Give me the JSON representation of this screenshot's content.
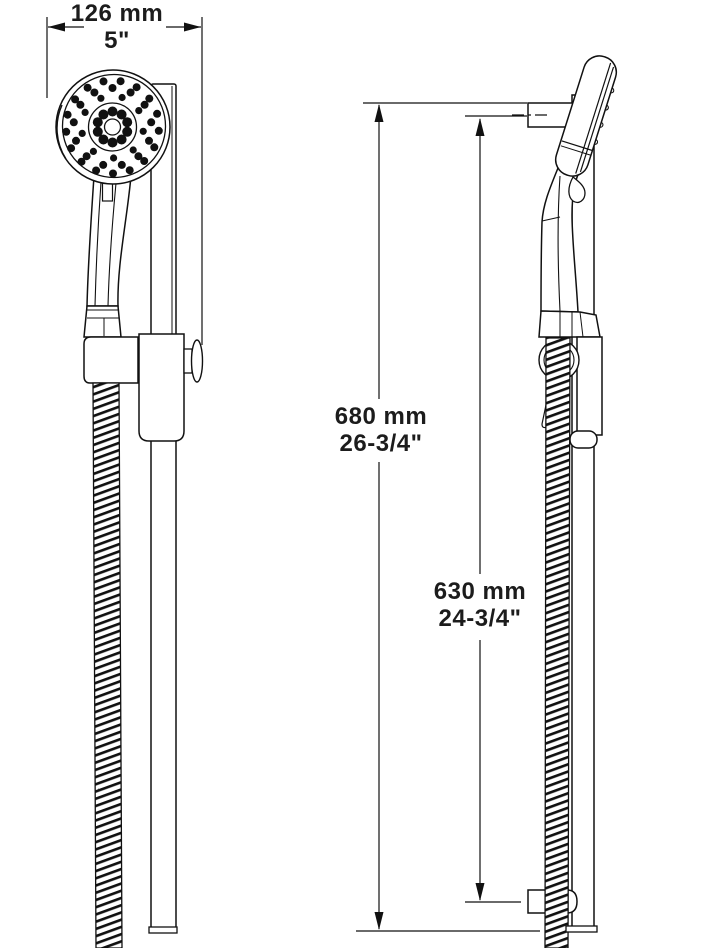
{
  "drawing": {
    "type": "technical dimension drawing",
    "subject": "handheld shower head with slide bar and hose, front view and side view"
  },
  "dimensions": {
    "head_width": {
      "metric": "126 mm",
      "imperial": "5\""
    },
    "overall_height": {
      "metric": "680 mm",
      "imperial": "26-3/4\""
    },
    "bar_height": {
      "metric": "630 mm",
      "imperial": "24-3/4\""
    }
  },
  "colors": {
    "line": "#111111",
    "background": "#ffffff",
    "text": "#1c1c1c"
  }
}
